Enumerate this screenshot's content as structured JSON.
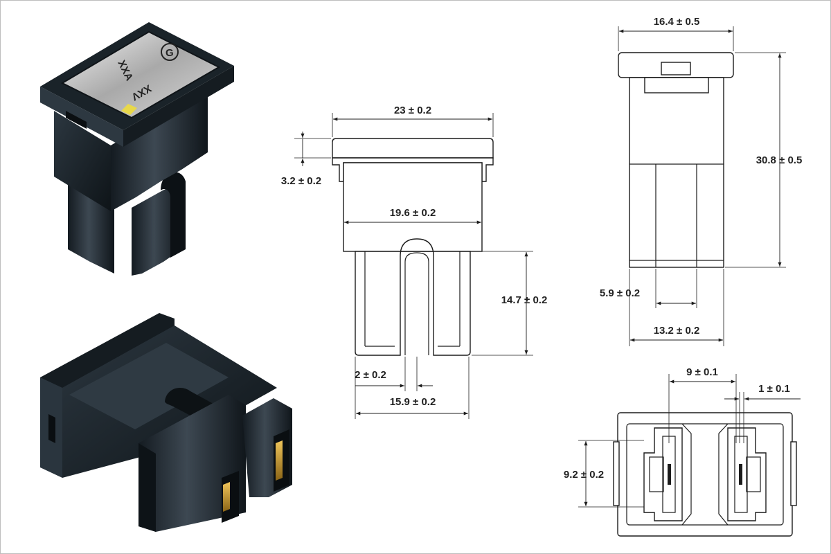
{
  "colors": {
    "body_dark": "#1f2830",
    "body_mid": "#3b4650",
    "label_light": "#e6e6e6",
    "terminal_gold": "#c99a2e",
    "line": "#1c1c1c"
  },
  "top_render": {
    "label_line1": "XXA",
    "label_line2": "XXV",
    "logo_letter": "G"
  },
  "front_view": {
    "overall_width": "23 ± 0.2",
    "cap_height": "3.2 ± 0.2",
    "body_width": "19.6 ± 0.2",
    "blade_length": "14.7 ± 0.2",
    "slot_width": "2 ± 0.2",
    "blade_span": "15.9 ± 0.2"
  },
  "side_view": {
    "cap_width": "16.4 ± 0.5",
    "overall_height": "30.8 ± 0.5",
    "inner_width": "5.9 ± 0.2",
    "body_width": "13.2 ± 0.2"
  },
  "bottom_view": {
    "terminal_pitch": "9 ± 0.1",
    "contact_width": "1 ± 0.1",
    "terminal_height": "9.2 ± 0.2"
  }
}
